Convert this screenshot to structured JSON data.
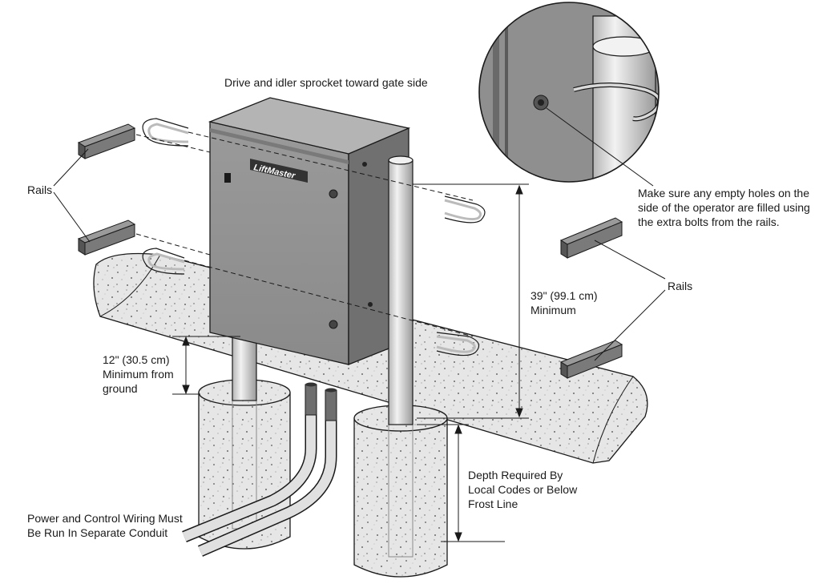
{
  "labels": {
    "sprocket": "Drive and idler sprocket toward gate side",
    "rails_left": "Rails",
    "rails_right": "Rails",
    "holes_note": [
      "Make sure any empty holes on the",
      "side of the operator are filled using",
      "the extra bolts from the rails."
    ],
    "height_39": [
      "39\" (99.1 cm)",
      "Minimum"
    ],
    "height_12": [
      "12\" (30.5 cm)",
      "Minimum from",
      "ground"
    ],
    "depth": [
      "Depth Required By",
      "Local Codes or Below",
      "Frost Line"
    ],
    "wiring": [
      "Power and Control Wiring Must",
      "Be Run In Separate Conduit"
    ]
  },
  "brand_logo": "LiftMaster",
  "colors": {
    "ink": "#1a1a1a",
    "box": "#8c8c8c",
    "box_side": "#6f6f6f",
    "concrete": "#e3e3e3",
    "post": "#d6d6d6",
    "rail": "#7a7a7a"
  }
}
